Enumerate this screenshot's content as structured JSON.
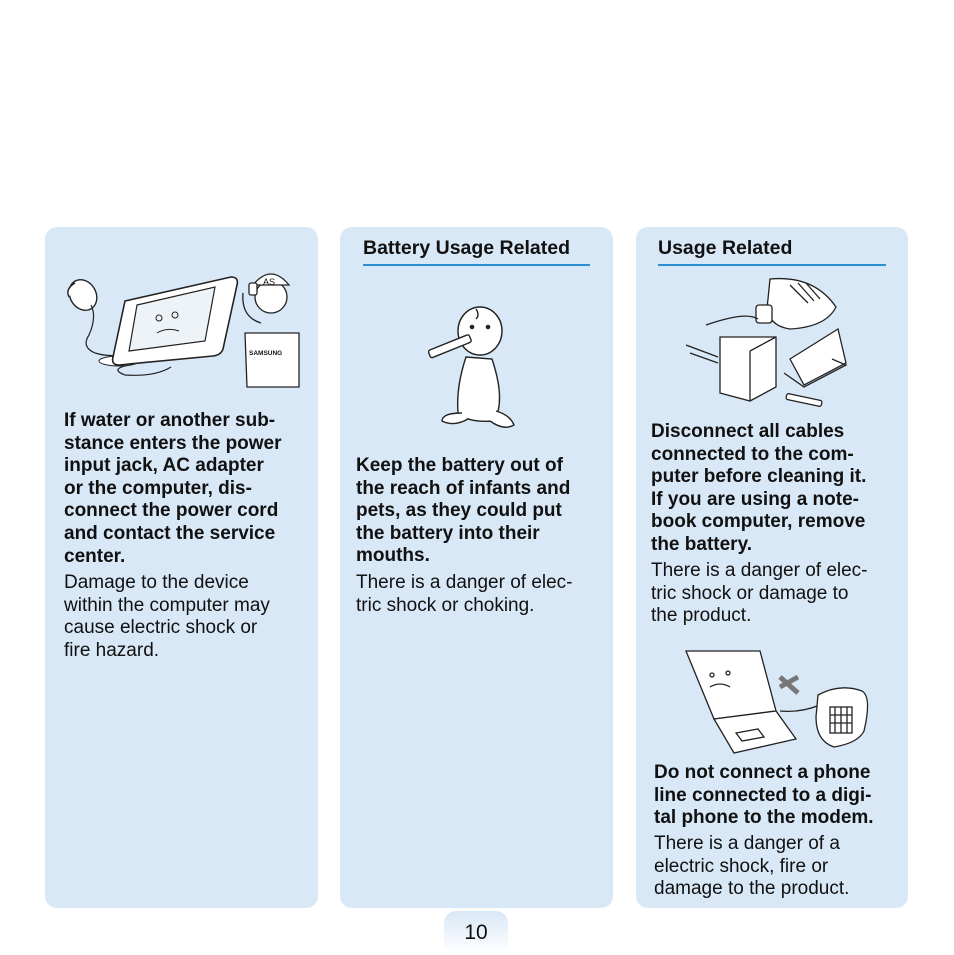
{
  "panel_left": {
    "warning": "If water or another sub-\nstance enters the power\ninput jack, AC adapter\nor the computer, dis-\nconnect the power cord\nand contact the service\ncenter.",
    "detail": "Damage to the device\nwithin the computer may\ncause electric shock or\nfire hazard.",
    "illustration": {
      "service_cap_text": "AS",
      "shirt_text": "SAMSUNG"
    }
  },
  "panel_middle": {
    "heading": "Battery Usage Related",
    "warning": "Keep the battery out of\nthe reach of infants and\npets, as they could put\nthe battery into their\nmouths.",
    "detail": "There is a danger of elec-\ntric shock or choking."
  },
  "panel_right": {
    "heading": "Usage Related",
    "warning1": "Disconnect all cables\nconnected to the com-\nputer before cleaning it.\nIf you are using a note-\nbook computer, remove\nthe battery.",
    "detail1": "There is a danger of elec-\ntric shock or damage to\nthe product.",
    "warning2": "Do not connect a phone\nline connected to a digi-\ntal phone to the modem.",
    "detail2": "There is a danger of a\nelectric shock, fire or\ndamage to the product."
  },
  "page_number": "10",
  "colors": {
    "panel_bg": "#d9e8f6",
    "heading_rule": "#2e8fd0"
  }
}
